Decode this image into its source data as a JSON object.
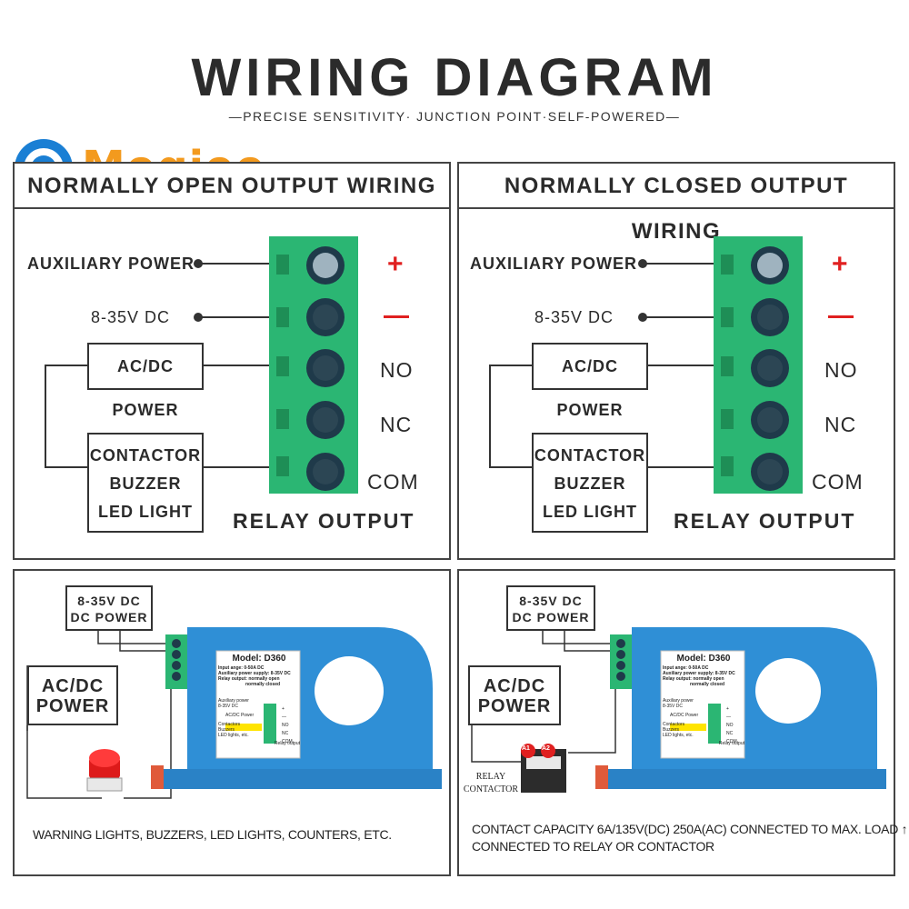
{
  "header": {
    "title": "WIRING DIAGRAM",
    "subtitle": "—PRECISE SENSITIVITY· JUNCTION POINT·SELF-POWERED—"
  },
  "brand": {
    "name": "Meqiee",
    "color": "#f39a1e",
    "icon_color": "#1a7fd4"
  },
  "colors": {
    "terminal_block": "#2bb673",
    "device_body": "#2f8fd6",
    "accent_red": "#e02020"
  },
  "panels": {
    "no_wiring": {
      "title": "NORMALLY OPEN OUTPUT WIRING",
      "aux_power": "AUXILIARY POWER",
      "voltage": "8-35V DC",
      "acdc_box": "AC/DC POWER",
      "load_lines": [
        "CONTACTOR",
        "BUZZER",
        "LED LIGHT"
      ],
      "terminals": [
        "+",
        "—",
        "NO",
        "NC",
        "COM"
      ],
      "relay_output": "RELAY OUTPUT"
    },
    "nc_wiring": {
      "title": "NORMALLY CLOSED OUTPUT WIRING",
      "aux_power": "AUXILIARY POWER",
      "voltage": "8-35V DC",
      "acdc_box": "AC/DC POWER",
      "load_lines": [
        "CONTACTOR",
        "BUZZER",
        "LED LIGHT"
      ],
      "terminals": [
        "+",
        "—",
        "NO",
        "NC",
        "COM"
      ],
      "relay_output": "RELAY OUTPUT"
    },
    "photo_left": {
      "dc_power": [
        "8-35V DC",
        "DC POWER"
      ],
      "acdc_power": [
        "AC/DC",
        "POWER"
      ],
      "label": {
        "model": "Model: D360",
        "specs": [
          "Input ange: 0-50A DC",
          "Auxiliary power supply: 8-35V DC",
          "Relay output: normally open",
          "normally closed"
        ],
        "aux": "Auxiliary power",
        "volt": "8-35V DC",
        "acdc": "AC/DC Power",
        "load": [
          "Contactors",
          "Buzzers",
          "LED lights, etc."
        ],
        "pins": [
          "+",
          "—",
          "NO",
          "NC",
          "COM"
        ],
        "relay": "Relay output"
      },
      "footnote": "WARNING LIGHTS, BUZZERS, LED LIGHTS, COUNTERS, ETC."
    },
    "photo_right": {
      "dc_power": [
        "8-35V DC",
        "DC POWER"
      ],
      "acdc_power": [
        "AC/DC",
        "POWER"
      ],
      "contactor_label": [
        "RELAY",
        "CONTACTOR"
      ],
      "contactor_pins": [
        "A1",
        "A2"
      ],
      "label": {
        "model": "Model: D360",
        "specs": [
          "Input ange: 0-50A DC",
          "Auxiliary power supply: 8-35V DC",
          "Relay output: normally open",
          "normally closed"
        ],
        "aux": "Auxiliary power",
        "volt": "8-35V DC",
        "acdc": "AC/DC Power",
        "load": [
          "Contactors",
          "Buzzers",
          "LED lights, etc."
        ],
        "pins": [
          "+",
          "—",
          "NO",
          "NC",
          "COM"
        ],
        "relay": "Relay output"
      },
      "footnote_lines": [
        "CONTACT CAPACITY 6A/135V(DC) 250A(AC) CONNECTED TO MAX. LOAD ↑",
        "CONNECTED TO RELAY OR CONTACTOR"
      ]
    }
  }
}
